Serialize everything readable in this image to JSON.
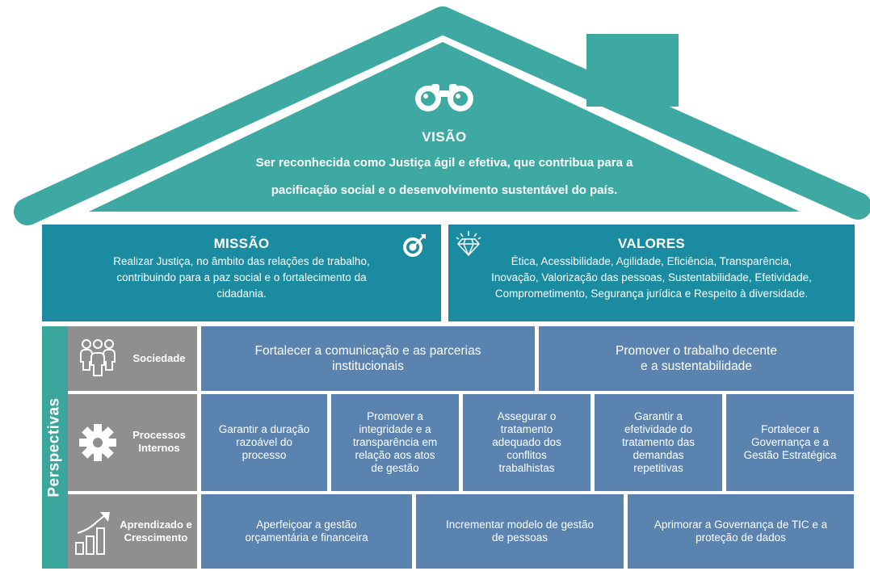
{
  "visao": {
    "title": "VISÃO",
    "line1": "Ser reconhecida como Justiça ágil e efetiva, que contribua para a",
    "line2": "pacificação  social e o desenvolvimento sustentável do país."
  },
  "missao": {
    "title": "MISSÃO",
    "lines": [
      "Realizar Justiça, no âmbito das relações de trabalho,",
      "contribuindo para a paz social e o fortalecimento da",
      "cidadania."
    ]
  },
  "valores": {
    "title": "VALORES",
    "lines": [
      "Ética, Acessibilidade, Agilidade, Eficiência, Transparência,",
      "Inovação, Valorização das pessoas, Sustentabilidade, Efetividade,",
      "Comprometimento, Segurança jurídica e Respeito à diversidade."
    ]
  },
  "perspectivas_label": "Perspectivas",
  "perspectives": [
    {
      "label": "Sociedade",
      "objectives": [
        [
          "Fortalecer a comunicação e as parcerias",
          "institucionais"
        ],
        [
          "Promover o trabalho decente",
          "e a sustentabilidade"
        ]
      ]
    },
    {
      "label": [
        "Processos",
        "Internos"
      ],
      "objectives": [
        [
          "Garantir a duração",
          "razoável do",
          "processo"
        ],
        [
          "Promover a",
          "integridade e a",
          "transparência em",
          "relação aos atos",
          "de gestão"
        ],
        [
          "Assegurar o",
          "tratamento",
          "adequado dos",
          "conflitos",
          "trabalhistas"
        ],
        [
          "Garantir a",
          "efetividade do",
          "tratamento das",
          "demandas",
          "repetitivas"
        ],
        [
          "Fortalecer a",
          "Governança e a",
          "Gestão Estratégica"
        ]
      ]
    },
    {
      "label": [
        "Aprendizado e",
        "Crescimento"
      ],
      "objectives": [
        [
          "Aperfeiçoar a gestão",
          "orçamentária e financeira"
        ],
        [
          "Incrementar modelo de gestão",
          "de pessoas"
        ],
        [
          "Aprimorar a Governança de TIC e a",
          "proteção de dados"
        ]
      ]
    }
  ],
  "icons": {
    "roof": "binoculars-icon",
    "missao": "target-icon",
    "valores": "diamond-icon",
    "sociedade": "people-icon",
    "processos": "gear-icon",
    "aprendizado": "growth-chart-icon"
  },
  "colors": {
    "roof": "#3ea8a2",
    "panel": "#1b8ba1",
    "perspectives_bar": "#3aa69c",
    "perspective_label": "#8f8f8f",
    "objective": "#5a83b0"
  }
}
